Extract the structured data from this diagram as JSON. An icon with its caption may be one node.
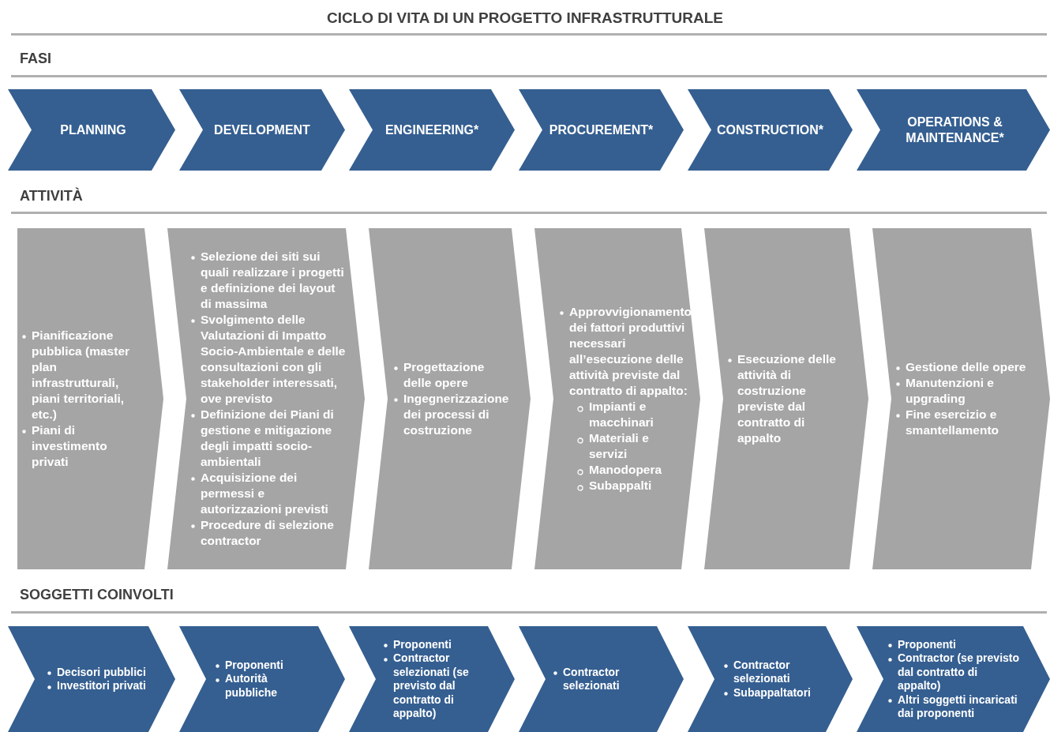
{
  "diagram": {
    "title": "CICLO DI VITA DI UN PROGETTO INFRASTRUTTURALE",
    "nodes": [
      {
        "text": [
          "PLANNING"
        ]
      },
      {
        "text": [
          "DEVELOPMENT"
        ]
      },
      {
        "text": [
          "ENGINEERING*"
        ]
      },
      {
        "text": [
          "PROCUREMENT*"
        ]
      },
      {
        "text": [
          "CONSTRUCTION*"
        ]
      },
      {
        "text": [
          "OPERATIONS & MAINTENANCE*"
        ]
      },
      {
        "text": [
          "Pianificazione pubblica (master plan infrastrutturali, piani territoriali, etc.)",
          "Piani di investimento privati"
        ]
      },
      {
        "text": [
          "Selezione dei siti sui quali realizzare i progetti e definizione dei layout di massima",
          "Svolgimento delle Valutazioni di Impatto Socio-Ambientale e delle consultazioni con gli stakeholder interessati, ove previsto",
          "Definizione dei Piani di gestione e mitigazione degli impatti socio-ambientali",
          "Acquisizione dei permessi e autorizzazioni previsti",
          "Procedure di selezione contractor"
        ]
      },
      {
        "text": [
          "Progettazione delle opere",
          "Ingegnerizzazione dei processi di costruzione"
        ]
      },
      {
        "text": [
          "Approvvigionamento dei fattori produttivi necessari all’esecuzione delle attività previste dal contratto di appalto:",
          "Impianti e macchinari",
          "Materiali e servizi",
          "Manodopera",
          "Subappalti"
        ]
      },
      {
        "text": [
          "Esecuzione delle attività di costruzione previste dal contratto di appalto"
        ]
      },
      {
        "text": [
          "Gestione delle opere",
          "Manutenzioni e upgrading",
          "Fine esercizio e smantellamento"
        ]
      },
      {
        "text": [
          "Decisori pubblici",
          "Investitori privati"
        ]
      },
      {
        "text": [
          "Proponenti",
          "Autorità pubbliche"
        ]
      },
      {
        "text": [
          "Proponenti",
          "Contractor selezionati (se previsto dal contratto di appalto)"
        ]
      },
      {
        "text": [
          "Contractor selezionati"
        ]
      },
      {
        "text": [
          "Contractor selezionati",
          "Subappaltatori"
        ]
      },
      {
        "text": [
          "Proponenti",
          "Contractor (se previsto dal contratto di appalto)",
          "Altri soggetti incaricati dai proponenti"
        ]
      }
    ],
    "labels": [
      "FASI",
      "ATTIVITÀ",
      "SOGGETTI COINVOLTI"
    ]
  }
}
